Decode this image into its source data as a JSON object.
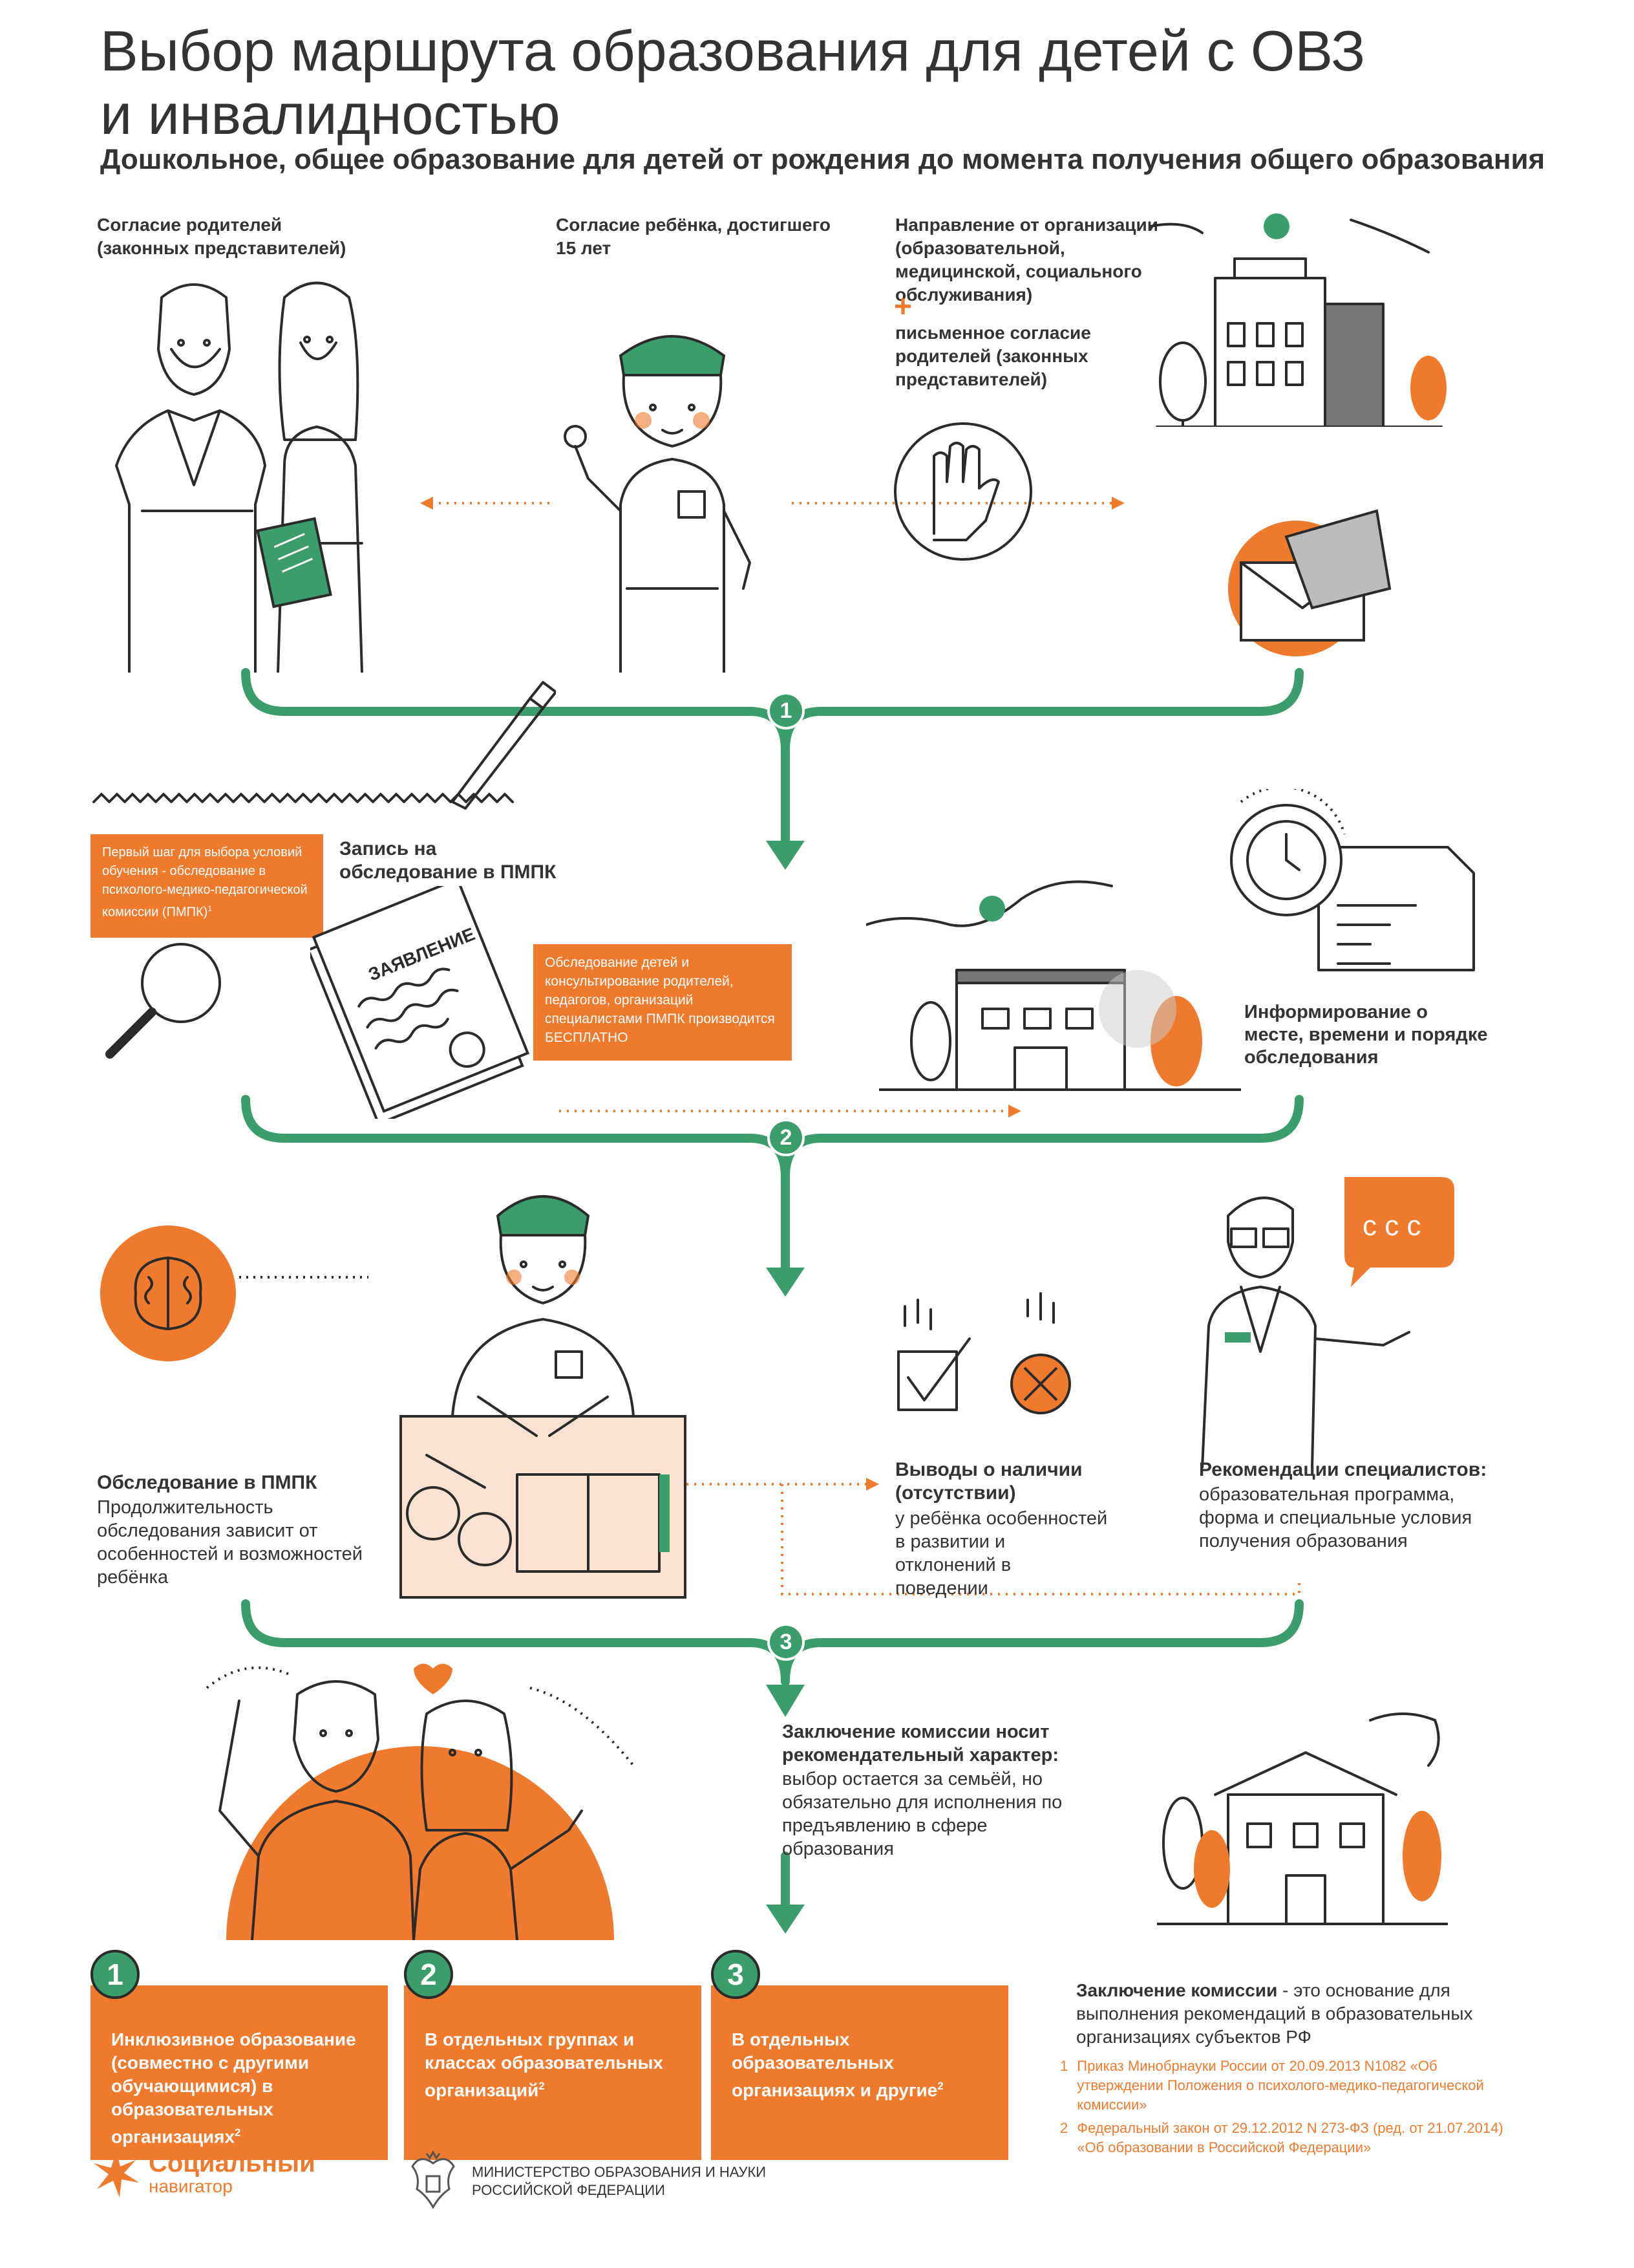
{
  "header": {
    "title_line1": "Выбор маршрута образования для детей с ОВЗ",
    "title_line2": "и инвалидностью",
    "subtitle": "Дошкольное, общее образование для детей от рождения до момента получения общего образования"
  },
  "stage1": {
    "parents_consent": "Согласие родителей (законных представителей)",
    "child_consent": "Согласие ребёнка, достигшего 15 лет",
    "organization_referral": "Направление от организации (образовательной, медицинской, социального обслуживания)",
    "plus_sign": "+",
    "written_consent": "письменное согласие родителей (законных представителей)",
    "step_number": "1"
  },
  "stage2": {
    "first_step_box": "Первый шаг для выбора условий обучения - обследование в психолого-медико-педагогической комиссии (ПМПК)",
    "first_step_sup": "1",
    "registration_label": "Запись на обследование в ПМПК",
    "document_label": "ЗАЯВЛЕНИЕ",
    "free_box": "Обследование детей и консультирование родителей, педагогов, организаций специалистами ПМПК производится БЕСПЛАТНО",
    "informing_label": "Информирование о месте, времени и порядке обследования",
    "step_number": "2"
  },
  "stage3": {
    "exam_title": "Обследование в ПМПК",
    "exam_text": "Продолжительность обследования зависит от особенностей и возможностей ребёнка",
    "conclusions_title": "Выводы о наличии (отсутствии)",
    "conclusions_text": "у ребёнка особенностей в развитии и отклонений в поведении",
    "recommendations_title": "Рекомендации специалистов:",
    "recommendations_text": "образовательная программа, форма и специальные условия получения образования",
    "speech_bubble": "с с с",
    "step_number": "3"
  },
  "stage4": {
    "commission_title": "Заключение комиссии носит рекомендательный характер:",
    "commission_text": "выбор остается за семьёй, но обязательно для исполнения по предъявлению в сфере образования",
    "options": [
      {
        "number": "1",
        "text": "Инклюзивное образование (совместно с другими обучающимися) в образовательных организациях",
        "sup": "2"
      },
      {
        "number": "2",
        "text": "В отдельных группах и классах образовательных организаций",
        "sup": "2"
      },
      {
        "number": "3",
        "text": "В отдельных образовательных организациях и другие",
        "sup": "2"
      }
    ],
    "conclusion_bold": "Заключение комиссии",
    "conclusion_rest": " - это основание для выполнения рекомендаций в образовательных организациях субъектов РФ"
  },
  "footnotes": [
    {
      "num": "1",
      "text": "Приказ Минобрнауки России от 20.09.2013 N1082 «Об утверждении Положения о психолого-медико-педагогической комиссии»"
    },
    {
      "num": "2",
      "text": "Федеральный закон от 29.12.2012 N 273-ФЗ (ред. от 21.07.2014) «Об образовании в Российской Федерации»"
    }
  ],
  "footer": {
    "logo_line1": "Социальный",
    "logo_line2": "навигатор",
    "ministry_line1": "МИНИСТЕРСТВО ОБРАЗОВАНИЯ И НАУКИ",
    "ministry_line2": "РОССИЙСКОЙ ФЕДЕРАЦИИ"
  },
  "colors": {
    "green": "#3b9d6c",
    "orange": "#ef7a2d",
    "ink": "#2b2b2b"
  }
}
